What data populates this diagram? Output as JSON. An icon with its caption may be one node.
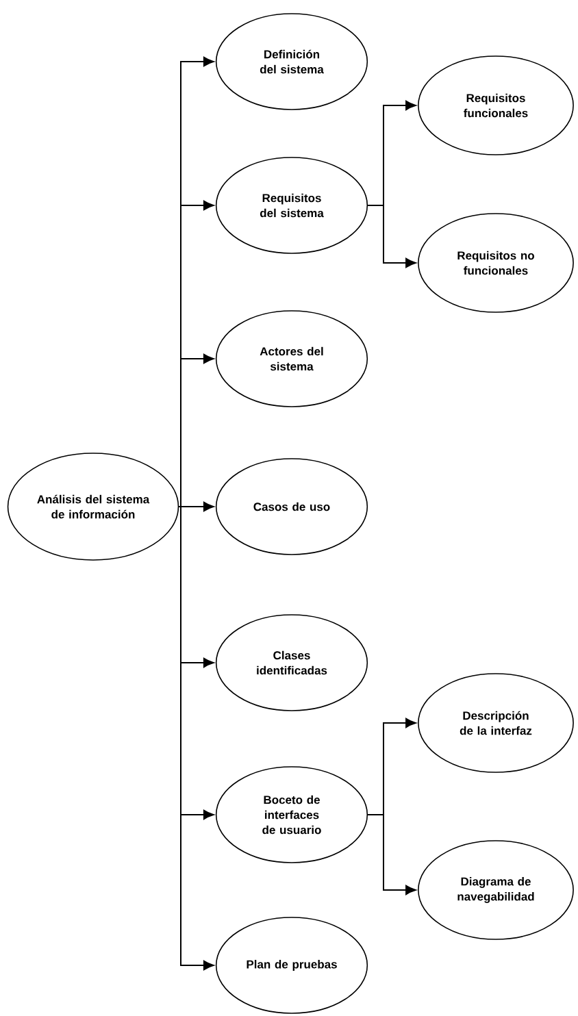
{
  "diagram": {
    "nodes": [
      {
        "text": [
          "Análisis del sistema de información"
        ]
      },
      {
        "text": [
          "Definición del sistema"
        ]
      },
      {
        "text": [
          "Requisitos del sistema"
        ]
      },
      {
        "text": [
          "Requisitos funcionales"
        ]
      },
      {
        "text": [
          "Requisitos no funcionales"
        ]
      },
      {
        "text": [
          "Actores del sistema"
        ]
      },
      {
        "text": [
          "Casos de uso"
        ]
      },
      {
        "text": [
          "Clases identificadas"
        ]
      },
      {
        "text": [
          "Boceto de interfaces de usuario"
        ]
      },
      {
        "text": [
          "Descripción de la interfaz"
        ]
      },
      {
        "text": [
          "Diagrama de navegabilidad"
        ]
      },
      {
        "text": [
          "Plan de pruebas"
        ]
      }
    ],
    "edges": [
      {
        "from": 0,
        "to": 1,
        "arrow": "to"
      },
      {
        "from": 0,
        "to": 2,
        "arrow": "to"
      },
      {
        "from": 2,
        "to": 3,
        "arrow": "to"
      },
      {
        "from": 2,
        "to": 4,
        "arrow": "to"
      },
      {
        "from": 0,
        "to": 5,
        "arrow": "to"
      },
      {
        "from": 0,
        "to": 6,
        "arrow": "to"
      },
      {
        "from": 0,
        "to": 7,
        "arrow": "to"
      },
      {
        "from": 0,
        "to": 8,
        "arrow": "to"
      },
      {
        "from": 8,
        "to": 9,
        "arrow": "to"
      },
      {
        "from": 8,
        "to": 10,
        "arrow": "to"
      },
      {
        "from": 0,
        "to": 11,
        "arrow": "to"
      }
    ]
  }
}
